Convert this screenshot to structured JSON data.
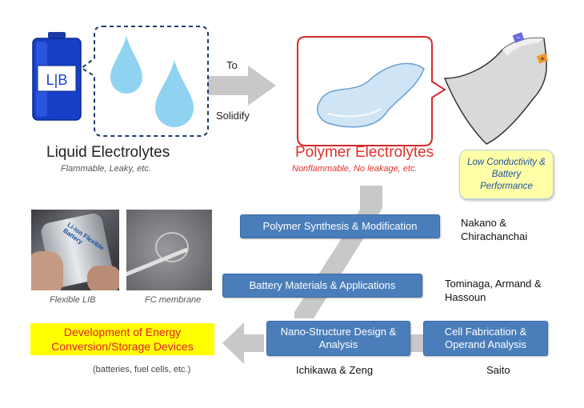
{
  "top": {
    "arrow_top_label": "To",
    "arrow_bottom_label": "Solidify",
    "lib_label": "L|B",
    "liquid_title": "Liquid Electrolytes",
    "liquid_sub": "Flammable, Leaky, etc.",
    "polymer_title": "Polymer Electrolytes",
    "polymer_sub": "Nonflammable, No leakage, etc.",
    "issue_note": "Low Conductivity & Battery Performance",
    "battery_minus": "−",
    "battery_plus": "+"
  },
  "research": [
    {
      "label": "Polymer Synthesis & Modification",
      "names": "Nakano & Chirachanchai"
    },
    {
      "label": "Battery Materials & Applications",
      "names": "Tominaga, Armand & Hassoun"
    },
    {
      "label": "Nano-Structure Design & Analysis",
      "names": "Ichikawa & Zeng"
    },
    {
      "label": "Cell Fabrication & Operand Analysis",
      "names": "Saito"
    }
  ],
  "photos": {
    "left_caption": "Flexible LIB",
    "right_caption": "FC membrane",
    "left_photo_text": "Li-ion Flexible Battery"
  },
  "goal": {
    "title": "Development of Energy Conversion/Storage Devices",
    "sub": "(batteries, fuel cells, etc.)"
  },
  "colors": {
    "box_blue": "#4a7ebb",
    "polymer_red": "#e0302a",
    "highlight_yellow": "#ffff00",
    "note_yellow": "#ffffa8",
    "arrow_gray": "#c8c8c8",
    "drop_blue": "#8fd3f0"
  }
}
